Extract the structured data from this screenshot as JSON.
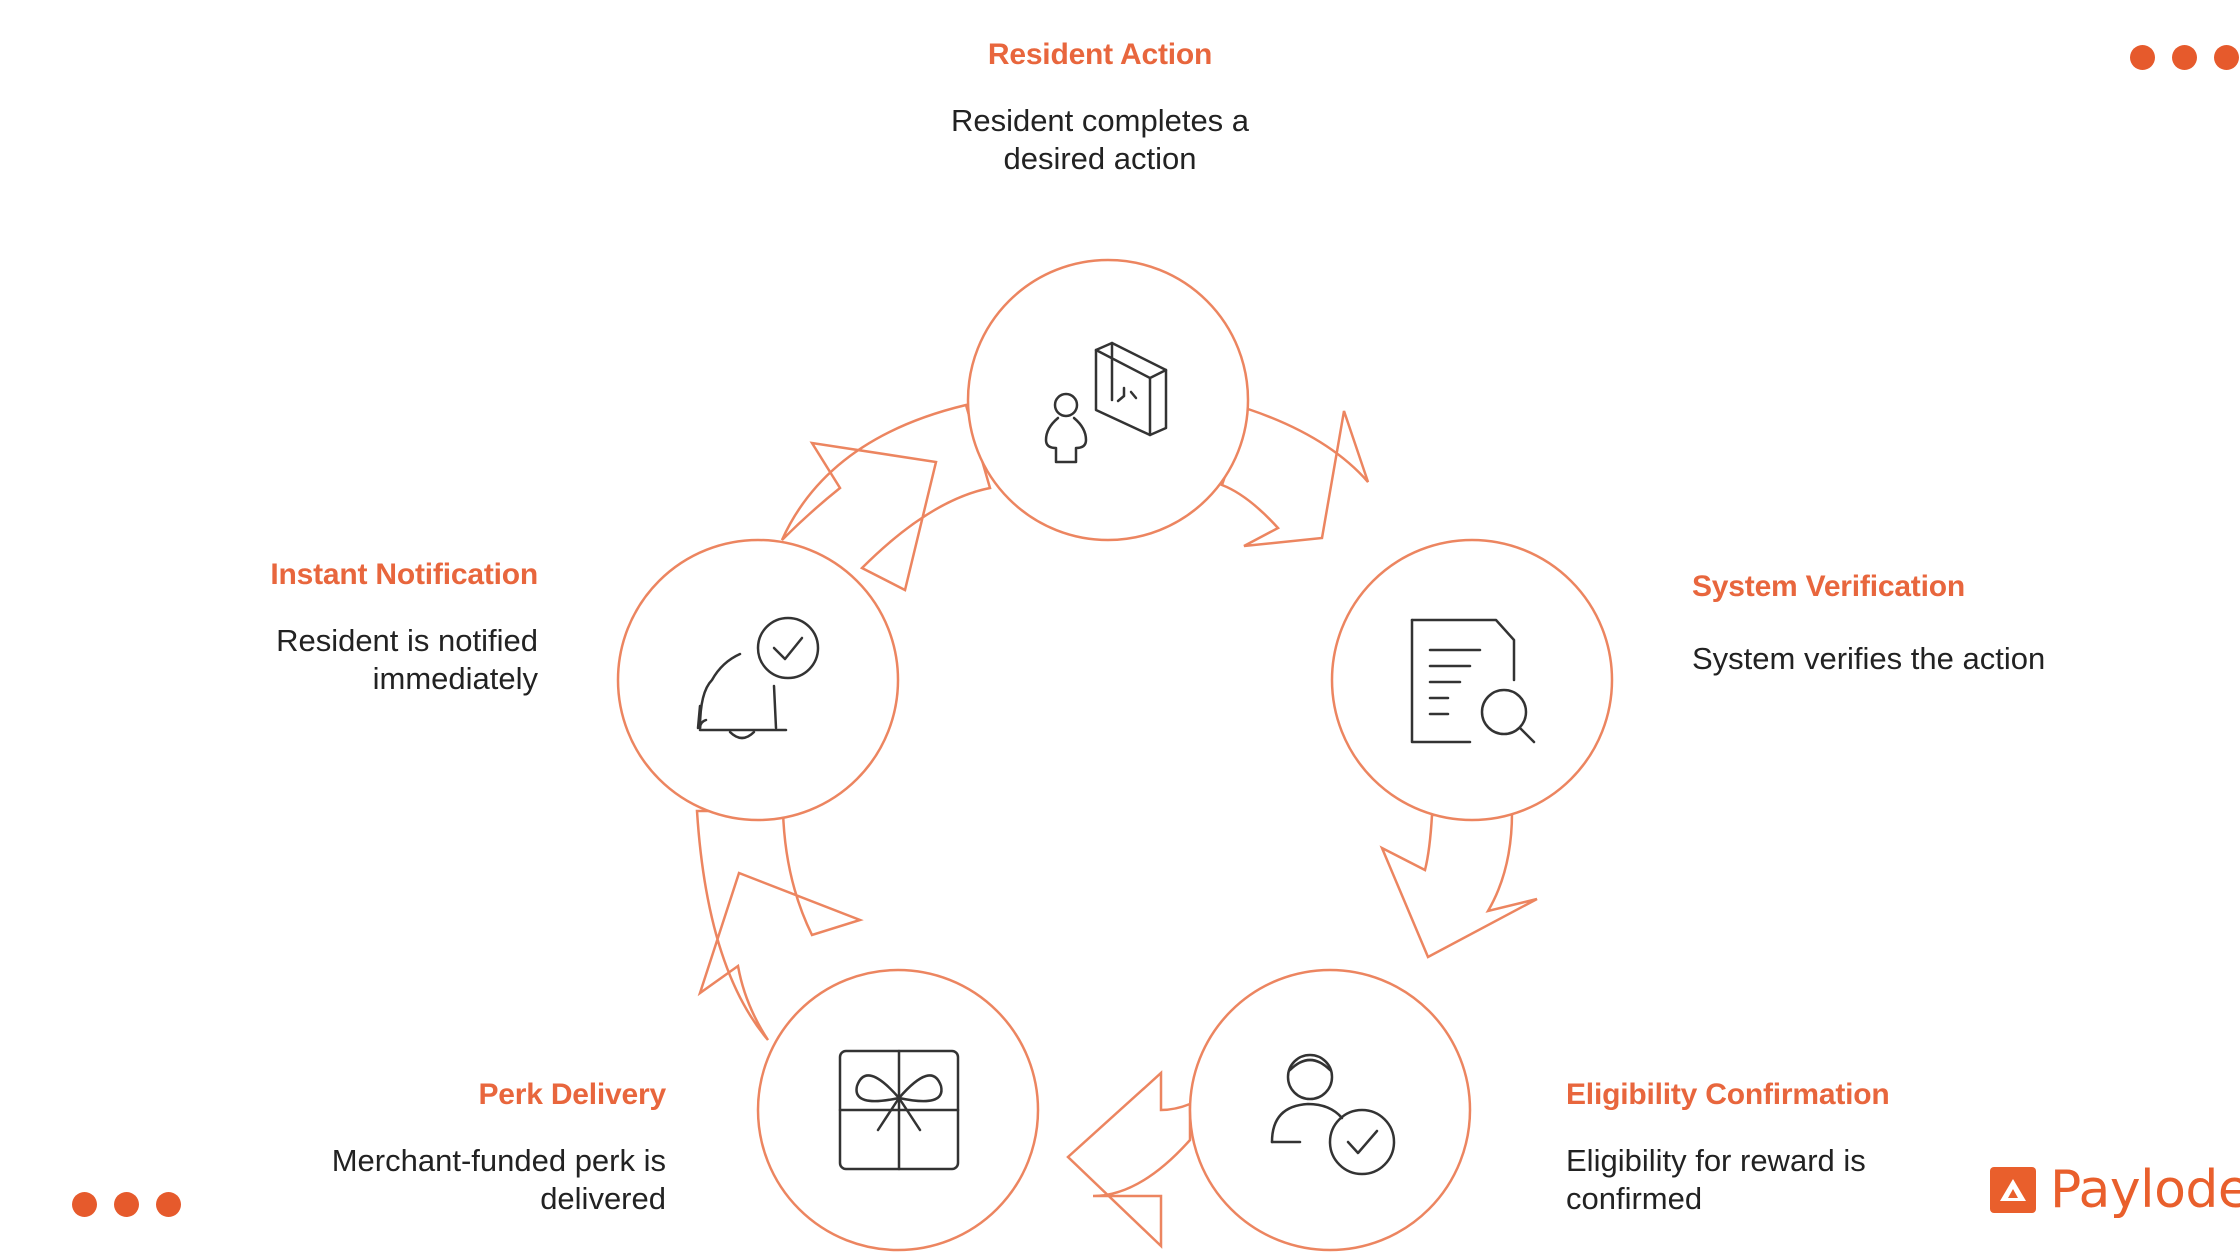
{
  "stages": [
    {
      "id": "resident-action",
      "icon": "resident-with-box-icon",
      "title": "Resident Action",
      "description": [
        "Resident completes a",
        "desired action"
      ]
    },
    {
      "id": "system-verification",
      "icon": "document-search-icon",
      "title": "System Verification",
      "description": [
        "System verifies the action"
      ]
    },
    {
      "id": "eligibility-confirmation",
      "icon": "user-check-icon",
      "title": "Eligibility Confirmation",
      "description": [
        "Eligibility for reward is",
        "confirmed"
      ]
    },
    {
      "id": "perk-delivery",
      "icon": "gift-box-icon",
      "title": "Perk Delivery",
      "description": [
        "Merchant-funded perk is",
        "delivered"
      ]
    },
    {
      "id": "instant-notification",
      "icon": "bell-check-icon",
      "title": "Instant Notification",
      "description": [
        "Resident is notified",
        "immediately"
      ]
    }
  ],
  "brand": {
    "name": "Paylode",
    "logo_icon": "paylode-logo-icon"
  },
  "colors": {
    "accent": "#e8663d",
    "stroke": "#ec8560",
    "text": "#222222",
    "icon": "#333333",
    "dots": "#e65a2c"
  }
}
